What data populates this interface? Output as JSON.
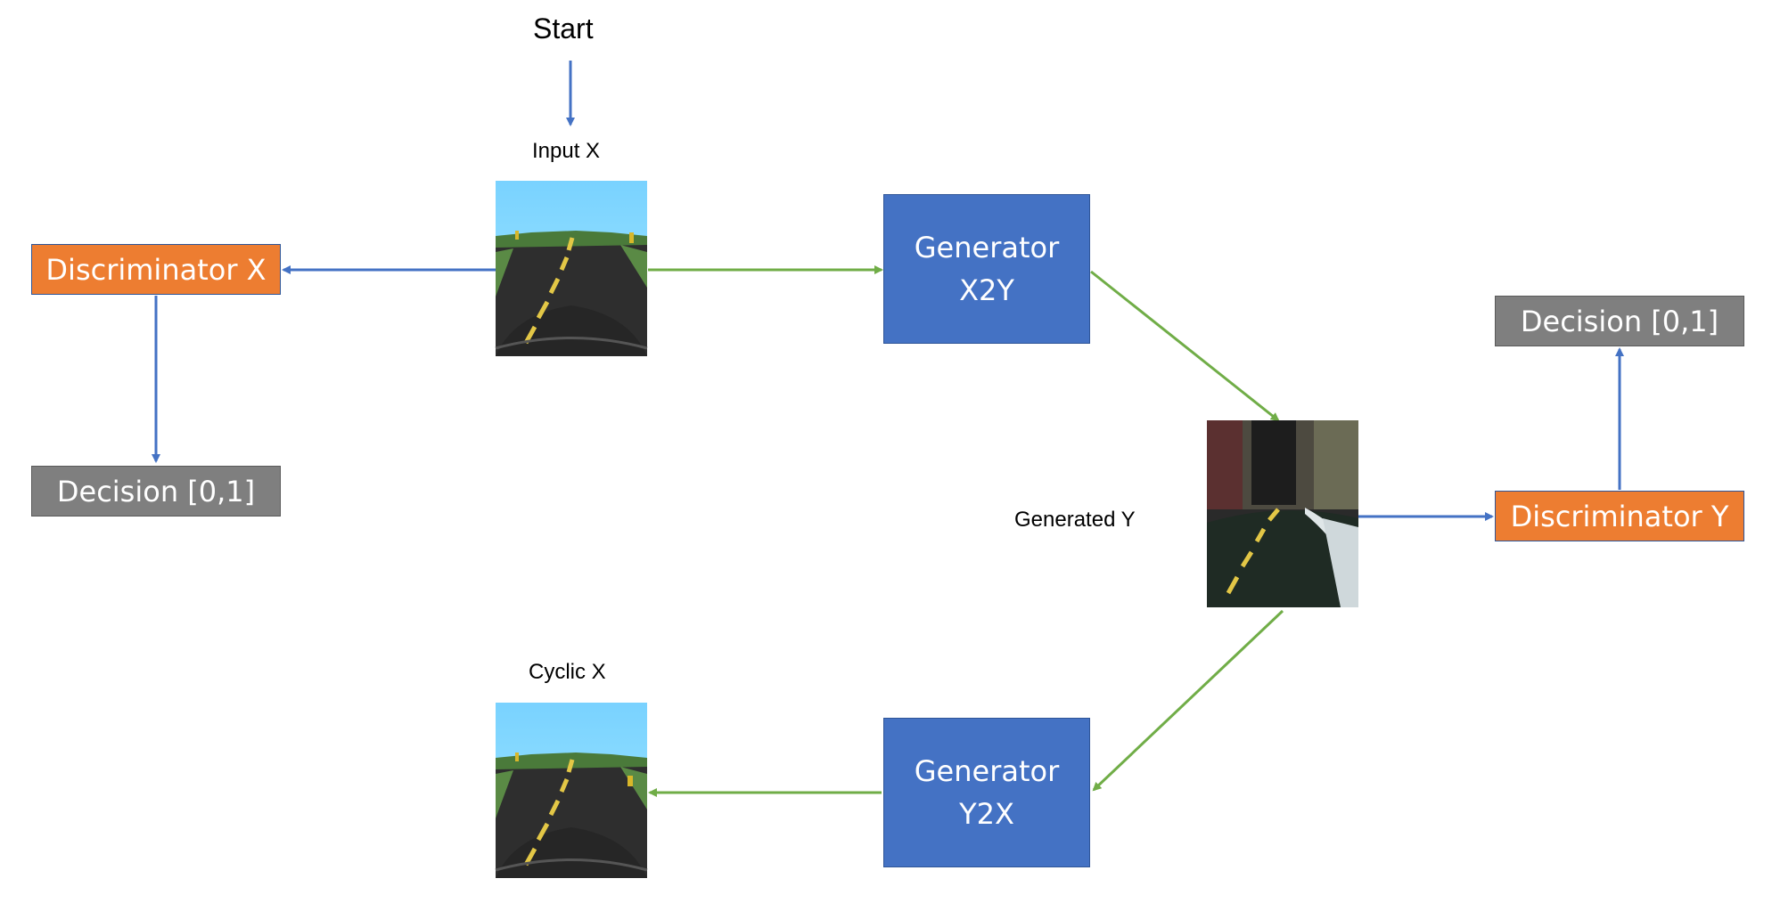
{
  "labels": {
    "start": "Start",
    "input_x": "Input X",
    "generated_y": "Generated Y",
    "cyclic_x": "Cyclic X"
  },
  "nodes": {
    "generator_x2y": {
      "line1": "Generator",
      "line2": "X2Y"
    },
    "generator_y2x": {
      "line1": "Generator",
      "line2": "Y2X"
    },
    "discriminator_x": "Discriminator X",
    "discriminator_y": "Discriminator Y",
    "decision_x": "Decision [0,1]",
    "decision_y": "Decision [0,1]"
  },
  "colors": {
    "generator": "#4472c4",
    "discriminator": "#ed7d31",
    "decision": "#7f7f7f",
    "arrow_blue": "#4472c4",
    "arrow_green": "#70ad47"
  }
}
